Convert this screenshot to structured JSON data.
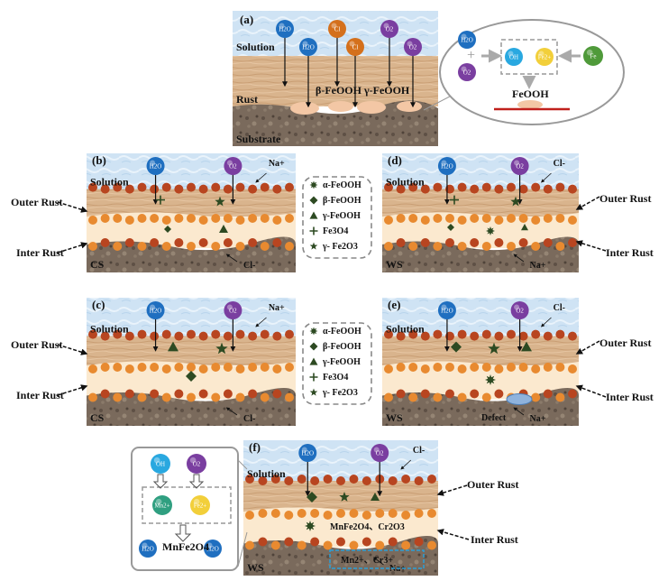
{
  "panels": {
    "a": {
      "tag": "(a)",
      "solution": "Solution",
      "rust": "Rust",
      "substrate": "Substrate",
      "balls": [
        "H2O",
        "H2O",
        "Cl",
        "Cl",
        "O2",
        "O2"
      ],
      "products": [
        "β-FeOOH",
        "γ-FeOOH"
      ],
      "inset": {
        "h2o": "H2O",
        "o2": "O2",
        "oh": "OH",
        "fe2": "Fe2+",
        "fe": "Fe",
        "product": "FeOOH"
      }
    },
    "b": {
      "tag": "(b)",
      "solution": "Solution",
      "base": "CS",
      "ion_top": "Na+",
      "ion_bottom": "Cl-",
      "balls": [
        "H2O",
        "O2"
      ]
    },
    "c": {
      "tag": "(c)",
      "solution": "Solution",
      "base": "CS",
      "ion_top": "Na+",
      "ion_bottom": "Cl-",
      "balls": [
        "H2O",
        "O2"
      ]
    },
    "d": {
      "tag": "(d)",
      "solution": "Solution",
      "base": "WS",
      "ion_top": "Cl-",
      "ion_bottom": "Na+",
      "balls": [
        "H2O",
        "O2"
      ]
    },
    "e": {
      "tag": "(e)",
      "solution": "Solution",
      "base": "WS",
      "ion_top": "Cl-",
      "ion_bottom": "Na+",
      "defect": "Defect",
      "balls": [
        "H2O",
        "O2"
      ]
    },
    "f": {
      "tag": "(f)",
      "solution": "Solution",
      "base": "WS",
      "ion_top": "Cl-",
      "ion_bottom": "Na+",
      "product": "MnFe2O4、Cr2O3",
      "box": "Mn2+、Cr3+",
      "balls": [
        "H2O",
        "O2"
      ],
      "inset": {
        "oh": "OH",
        "o2": "O2",
        "mn": "Mn2+",
        "fe": "Fe2+",
        "product": "MnFe2O4",
        "h2o": "H2O"
      }
    }
  },
  "side_labels": {
    "outer": "Outer Rust",
    "inner": "Inter Rust"
  },
  "legend": [
    "α-FeOOH",
    "β-FeOOH",
    "γ-FeOOH",
    "Fe3O4",
    "γ- Fe2O3"
  ],
  "colors": {
    "h2o": "#1f6fc0",
    "o2": "#7a3ea0",
    "cl": "#d4701c",
    "oh": "#29a8e0",
    "fe2": "#f2cf3a",
    "fe": "#4f9a3a",
    "mn": "#2f9f80",
    "rust_ball": "#b84520",
    "ion_ball": "#e88a30",
    "mark": "#2d4a22"
  }
}
